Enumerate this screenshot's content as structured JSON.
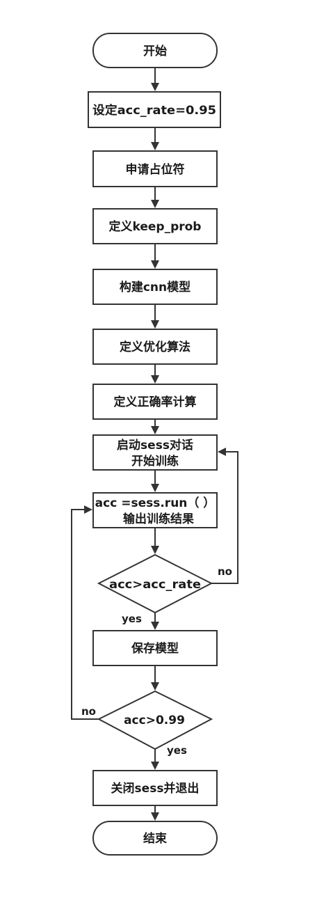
{
  "flowchart": {
    "start": "开始",
    "set_rate": "设定acc_rate=0.95",
    "placeholders": "申请占位符",
    "keep_prob": "定义keep_prob",
    "build_cnn": "构建cnn模型",
    "optimizer": "定义优化算法",
    "accuracy": "定义正确率计算",
    "session_line1": "启动sess对话",
    "session_line2": "开始训练",
    "run_line1": "acc =sess.run（ ）",
    "run_line2": "输出训练结果",
    "decision_rate": "acc>acc_rate",
    "save_model": "保存模型",
    "decision_final": "acc>0.99",
    "close": "关闭sess并退出",
    "end": "结束",
    "label_no_rate": "no",
    "label_yes_rate": "yes",
    "label_no_final": "no",
    "label_yes_final": "yes"
  }
}
